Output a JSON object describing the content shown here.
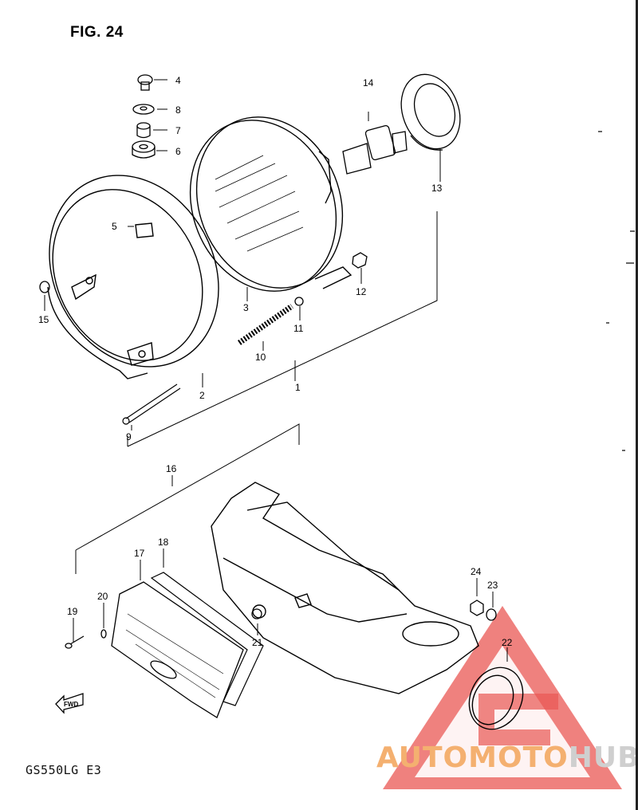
{
  "figure": {
    "title": "FIG. 24",
    "model_code": "GS550LG E3"
  },
  "callouts": [
    {
      "id": "c1",
      "label": "1"
    },
    {
      "id": "c2",
      "label": "2"
    },
    {
      "id": "c3",
      "label": "3"
    },
    {
      "id": "c4",
      "label": "4"
    },
    {
      "id": "c5",
      "label": "5"
    },
    {
      "id": "c6",
      "label": "6"
    },
    {
      "id": "c7",
      "label": "7"
    },
    {
      "id": "c8",
      "label": "8"
    },
    {
      "id": "c9",
      "label": "9"
    },
    {
      "id": "c10",
      "label": "10"
    },
    {
      "id": "c11",
      "label": "11"
    },
    {
      "id": "c12",
      "label": "12"
    },
    {
      "id": "c13",
      "label": "13"
    },
    {
      "id": "c14",
      "label": "14"
    },
    {
      "id": "c15",
      "label": "15"
    },
    {
      "id": "c16",
      "label": "16"
    },
    {
      "id": "c17",
      "label": "17"
    },
    {
      "id": "c18",
      "label": "18"
    },
    {
      "id": "c19",
      "label": "19"
    },
    {
      "id": "c20",
      "label": "20"
    },
    {
      "id": "c21",
      "label": "21"
    },
    {
      "id": "c22",
      "label": "22"
    },
    {
      "id": "c23",
      "label": "23"
    },
    {
      "id": "c24",
      "label": "24"
    }
  ],
  "direction_marker": "FWD",
  "watermark": {
    "text_part1": "AUTOMOTO",
    "text_part2": "HUB",
    "colors": [
      "#e53935",
      "#f4b070",
      "#cfcfcf"
    ]
  }
}
